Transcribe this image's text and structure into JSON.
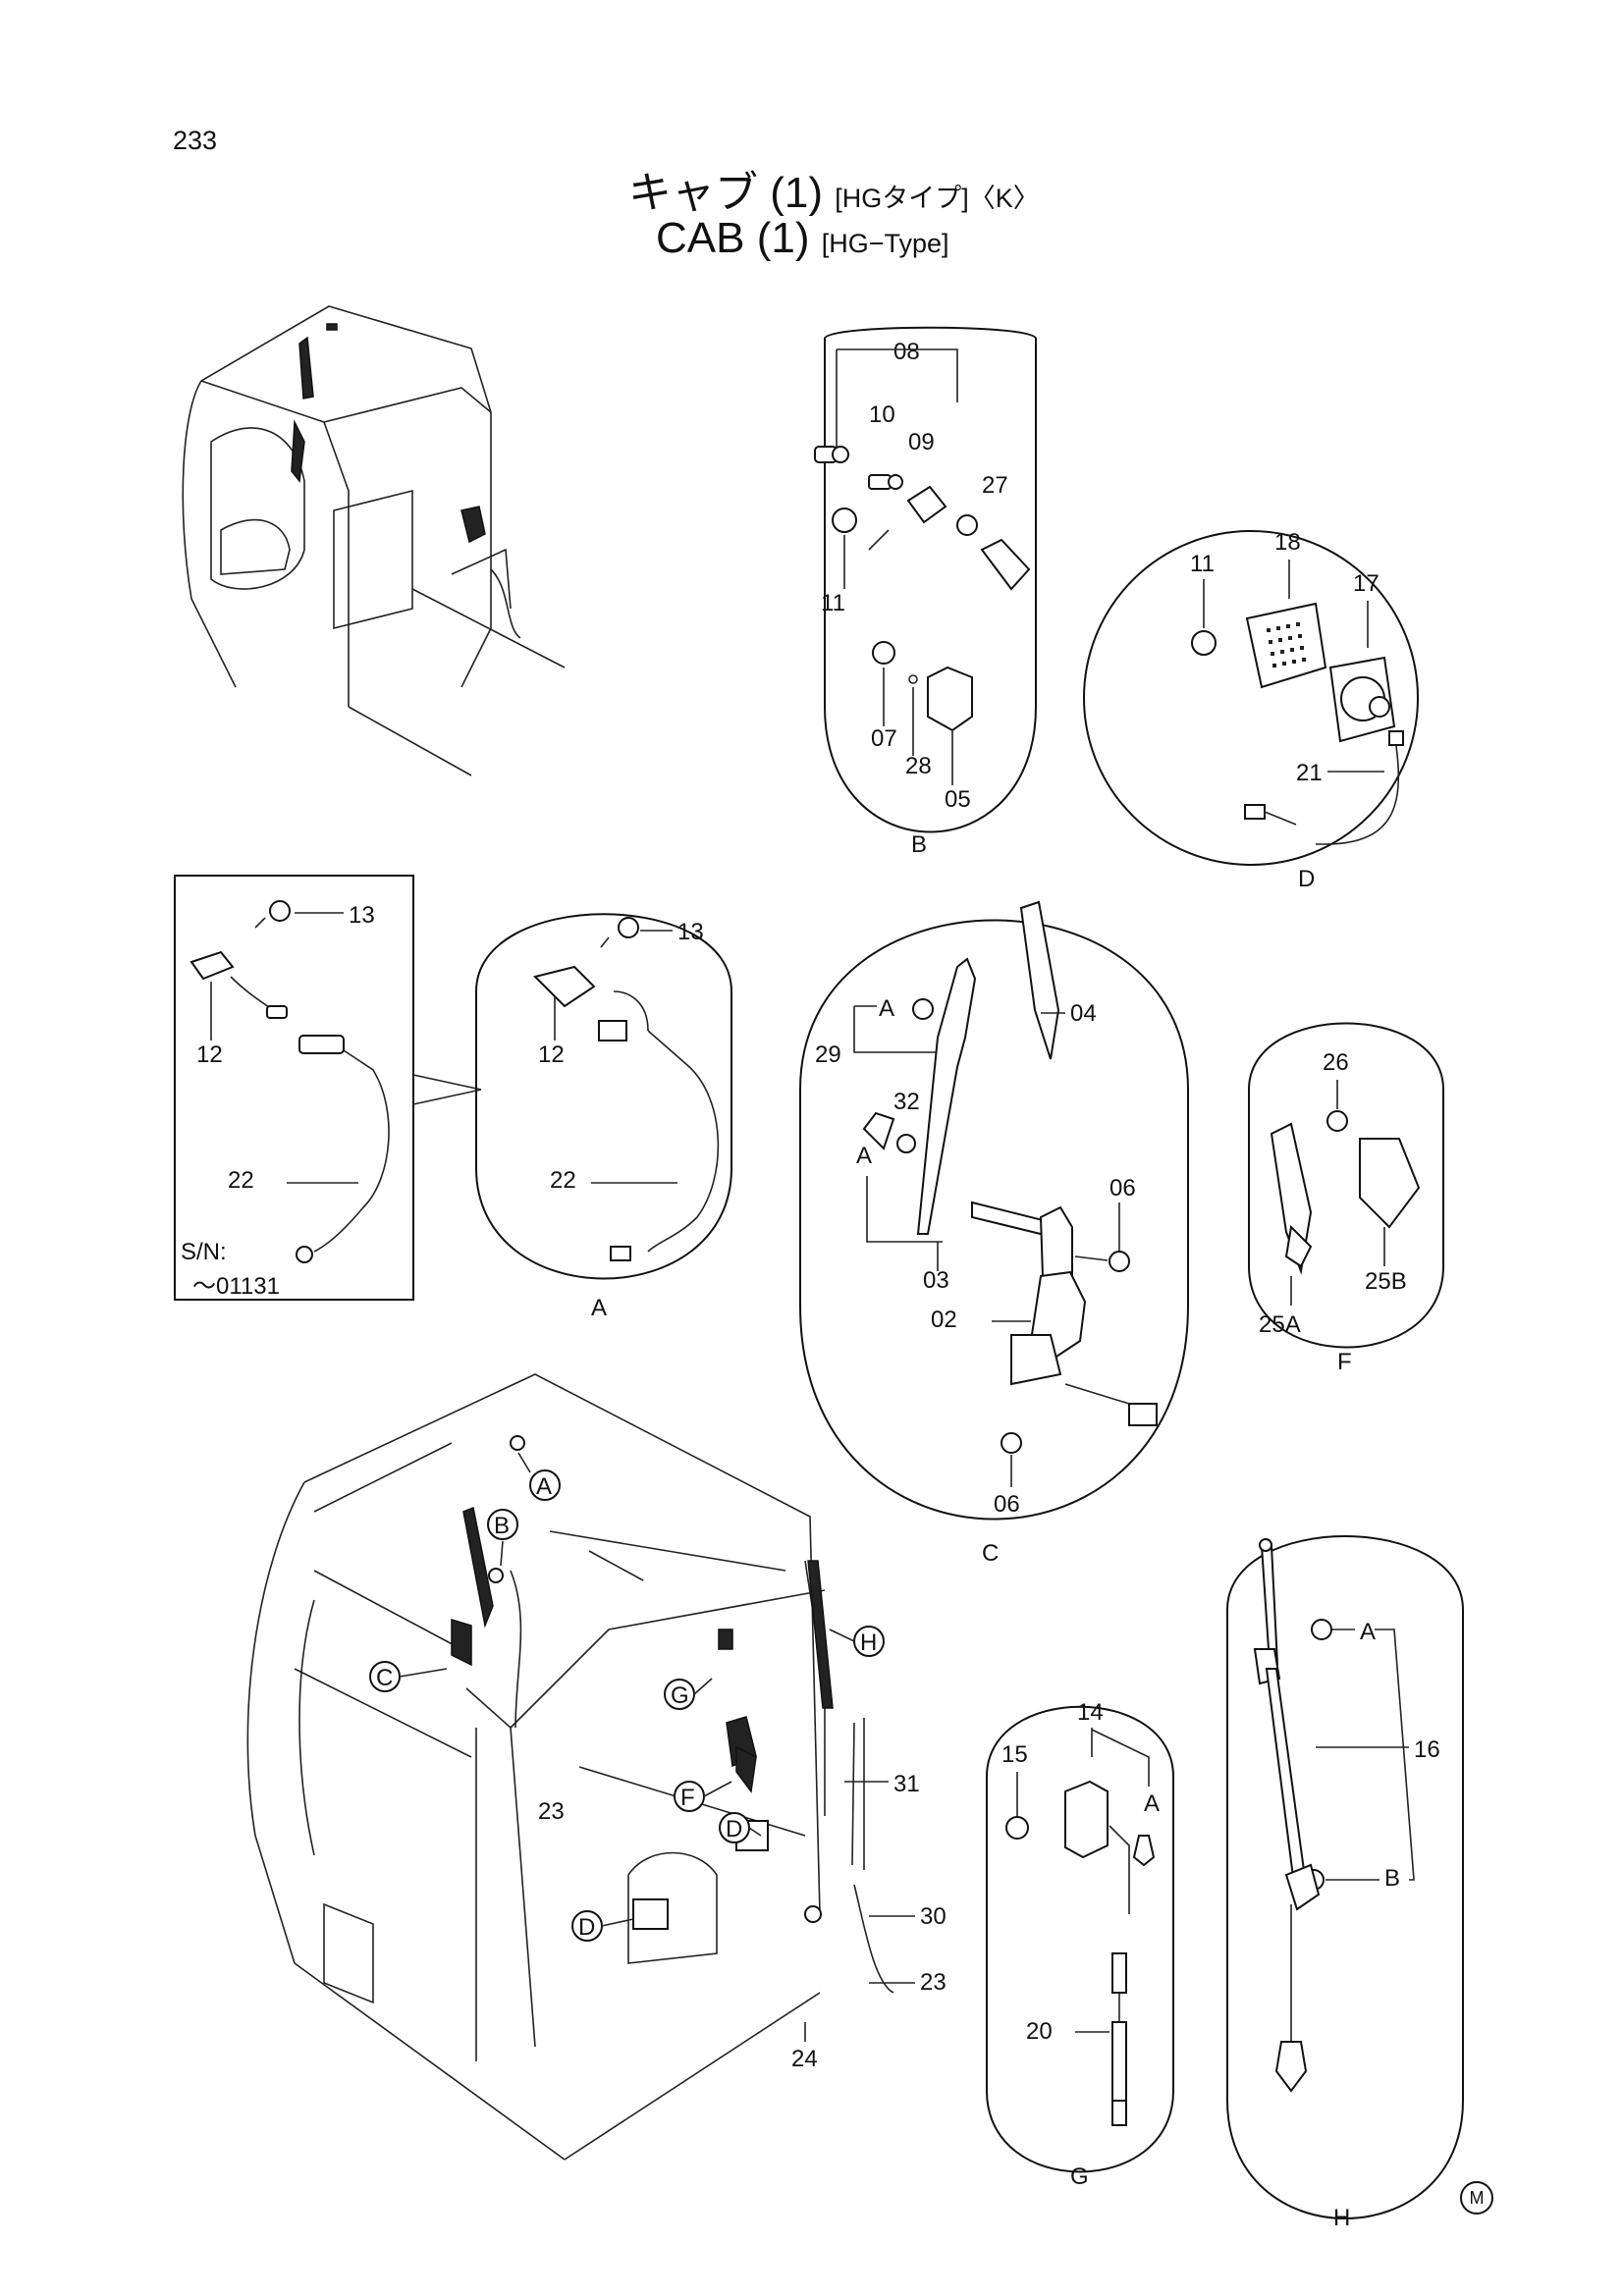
{
  "page_number": "233",
  "title": {
    "jp_main": "キャブ (1)",
    "jp_tag": "[HGタイプ]〈K〉",
    "en_main": "CAB (1)",
    "en_tag": "[HG−Type]"
  },
  "details": {
    "A": "A",
    "B": "B",
    "C": "C",
    "D": "D",
    "F": "F",
    "G": "G",
    "H": "H"
  },
  "serial_note": {
    "line1": "S/N:",
    "line2": "〜01131"
  },
  "parts": {
    "p02": "02",
    "p03": "03",
    "p04": "04",
    "p05": "05",
    "p06": "06",
    "p07": "07",
    "p08": "08",
    "p09": "09",
    "p10": "10",
    "p11": "11",
    "p12": "12",
    "p13": "13",
    "p14": "14",
    "p15": "15",
    "p16": "16",
    "p17": "17",
    "p18": "18",
    "p20": "20",
    "p21": "21",
    "p22": "22",
    "p23": "23",
    "p24": "24",
    "p25a": "25A",
    "p25b": "25B",
    "p26": "26",
    "p27": "27",
    "p28": "28",
    "p29": "29",
    "p30": "30",
    "p31": "31",
    "p32": "32"
  },
  "mark": "M"
}
